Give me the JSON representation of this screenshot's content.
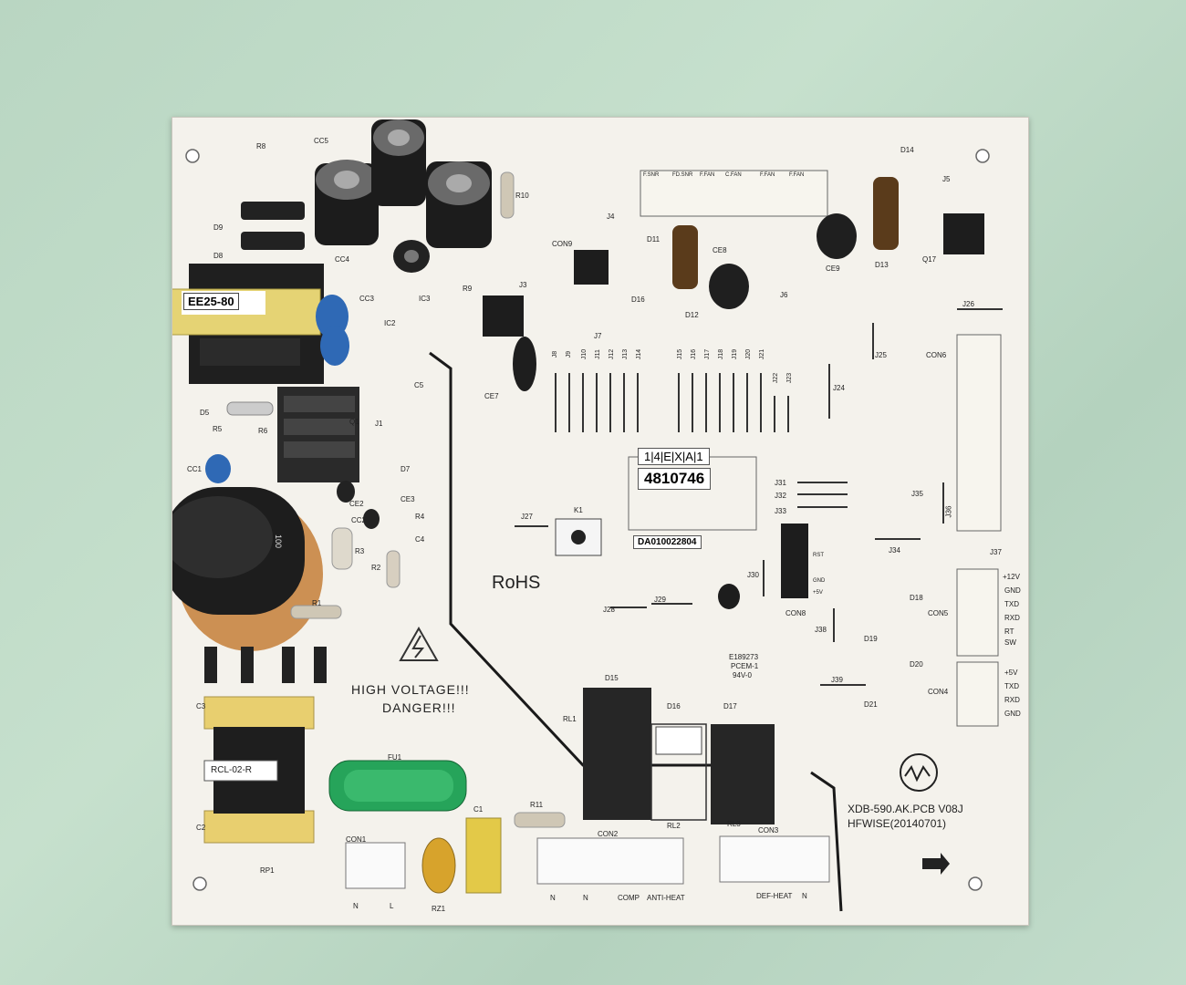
{
  "board": {
    "transformer_label": "EE25-80",
    "filter_label": "RCL-02-R",
    "rohs": "RoHS",
    "warning_line1": "HIGH VOLTAGE!!!",
    "warning_line2": "DANGER!!!",
    "model_line1": "XDB-590.AK.PCB V08J",
    "model_line2": "HFWISE(20140701)",
    "sticker_top": "1|4|E|X|A|1",
    "sticker_serial": "4810746",
    "sticker_part": "DA010022804",
    "ul_mark": "E189273",
    "ul_line2": "PCEM-1",
    "ul_line3": "94V-0",
    "con1_pins": [
      "N",
      "L"
    ],
    "con2_pins": [
      "N",
      "N",
      "COMP",
      "ANTI-HEAT"
    ],
    "con3_pins": [
      "",
      "DEF-HEAT",
      "N"
    ],
    "con5_pins": [
      "+12V",
      "GND",
      "TXD",
      "RXD",
      "RT",
      "SW"
    ],
    "con4_pins": [
      "+5V",
      "TXD",
      "RXD",
      "GND"
    ],
    "con7_pins": [
      "F.SNR",
      "FD.SNR",
      "F.FAN",
      "C.FAN",
      "F.FAN",
      "F.FAN"
    ],
    "con8_pins": [
      "RST",
      "GND",
      "+5V"
    ],
    "refs": {
      "r8": "R8",
      "cc5": "CC5",
      "d9": "D9",
      "d8": "D8",
      "r10": "R10",
      "con9": "CON9",
      "j4": "J4",
      "cc4": "CC4",
      "cc3": "CC3",
      "ic3": "IC3",
      "ic2": "IC2",
      "r9": "R9",
      "j3": "J3",
      "c5": "C5",
      "d5": "D5",
      "r5": "R5",
      "r6": "R6",
      "j1": "J1",
      "q1": "Q1",
      "cc1": "CC1",
      "d7": "D7",
      "ce2": "CE2",
      "ce3": "CE3",
      "r4": "R4",
      "c4": "C4",
      "r3": "R3",
      "r2": "R2",
      "r1": "R1",
      "ce7": "CE7",
      "j7": "J7",
      "d11": "D11",
      "ce8": "CE8",
      "d16": "D16",
      "d12": "D12",
      "j6": "J6",
      "d14": "D14",
      "j5": "J5",
      "ce9": "CE9",
      "d13": "D13",
      "q17": "Q17",
      "j26": "J26",
      "con6": "CON6",
      "j25": "J25",
      "j24": "J24",
      "j35": "J35",
      "j36": "J36",
      "j31": "J31",
      "j32": "J32",
      "j33": "J33",
      "j27": "J27",
      "k1": "K1",
      "j34": "J34",
      "j37": "J37",
      "j30": "J30",
      "con8": "CON8",
      "j28": "J28",
      "j29": "J29",
      "d18": "D18",
      "d19": "D19",
      "con5": "CON5",
      "j38": "J38",
      "d20": "D20",
      "j39": "J39",
      "d21": "D21",
      "con4": "CON4",
      "d15": "D15",
      "rl1": "RL1",
      "d16b": "D16",
      "d17": "D17",
      "c3": "C3",
      "c2": "C2",
      "fu1": "FU1",
      "c1": "C1",
      "r11": "R11",
      "rp1": "RP1",
      "con1": "CON1",
      "rz1": "RZ1",
      "con2": "CON2",
      "rl2": "RL2",
      "rl3": "RL3",
      "con3": "CON3",
      "cc2": "CC2"
    },
    "jumpers_top": [
      "J8",
      "J9",
      "J10",
      "J11",
      "J12",
      "J13",
      "J14",
      "J15",
      "J16",
      "J17",
      "J18",
      "J19",
      "J20",
      "J21",
      "J22",
      "J23"
    ],
    "bulk_cap_text": "100"
  },
  "colors": {
    "background": "#bcd8c4",
    "board": "#f4f2ec",
    "relay": "#2a2a2a",
    "transformer_yellow": "#e8d77a",
    "fuse_green": "#1f9a4a",
    "hv_trace": "#1a1a1a"
  }
}
